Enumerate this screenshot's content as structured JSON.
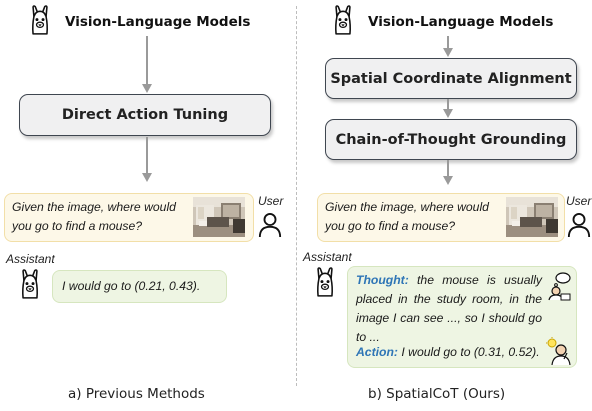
{
  "left": {
    "vlm_title": "Vision-Language Models",
    "stage": "Direct Action Tuning",
    "user_label": "User",
    "user_prompt": "Given the image, where would you go to find a mouse?",
    "assistant_label": "Assistant",
    "assistant_reply": "I would go to (0.21, 0.43).",
    "caption": "a) Previous Methods"
  },
  "right": {
    "vlm_title": "Vision-Language Models",
    "stage_1": "Spatial Coordinate Alignment",
    "stage_2": "Chain-of-Thought Grounding",
    "user_label": "User",
    "user_prompt": "Given the image, where would you go to find a mouse?",
    "assistant_label": "Assistant",
    "thought_label": "Thought:",
    "thought_text": "the mouse is usually placed in the study room, in the image I can see ..., so I should go to ...",
    "action_label": "Action:",
    "action_text": "I would go to (0.31, 0.52).",
    "caption": "b) SpatialCoT (Ours)"
  },
  "colors": {
    "box_border": "#3f4650",
    "box_fill": "#f0f0f1",
    "user_bubble": "#fdf8e8",
    "assistant_bubble": "#eef5e3",
    "keyword_blue": "#2e75b6",
    "arrow_gray": "#9a9a9a"
  },
  "icons": [
    "llama-icon",
    "user-icon",
    "thinking-person-icon",
    "lightbulb-person-icon",
    "room-photo"
  ]
}
